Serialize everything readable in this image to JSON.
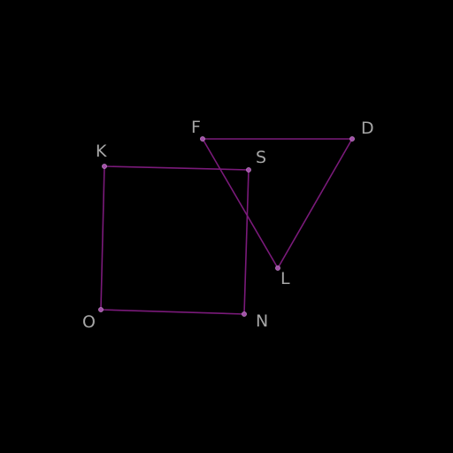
{
  "diagram": {
    "background": "#000000",
    "stroke_color": "#7a1a7a",
    "point_color": "#a24fa8",
    "label_color": "#a6a6a6",
    "points": [
      {
        "id": "K",
        "label": "K"
      },
      {
        "id": "S",
        "label": "S"
      },
      {
        "id": "N",
        "label": "N"
      },
      {
        "id": "O",
        "label": "O"
      },
      {
        "id": "F",
        "label": "F"
      },
      {
        "id": "D",
        "label": "D"
      },
      {
        "id": "L",
        "label": "L"
      }
    ],
    "segments": [
      [
        "K",
        "S"
      ],
      [
        "S",
        "N"
      ],
      [
        "N",
        "O"
      ],
      [
        "O",
        "K"
      ],
      [
        "F",
        "D"
      ],
      [
        "D",
        "L"
      ],
      [
        "L",
        "F"
      ]
    ]
  }
}
